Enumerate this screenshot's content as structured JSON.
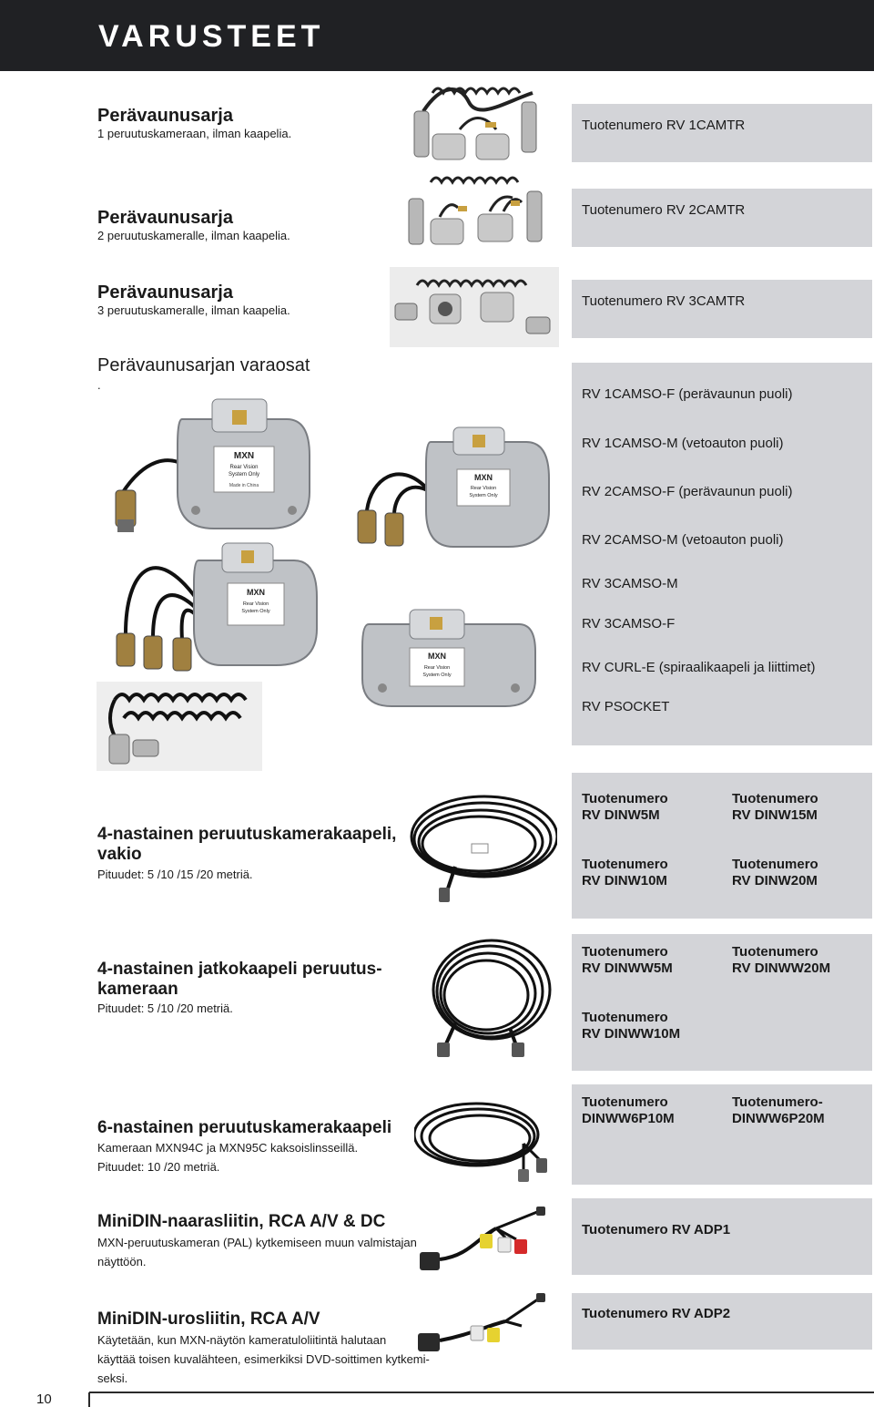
{
  "header": {
    "title": "VARUSTEET"
  },
  "trailer_sets": [
    {
      "title": "Perävaunusarja",
      "subtitle": "1 peruutuskameraan, ilman kaapelia.",
      "code": "Tuotenumero RV 1CAMTR"
    },
    {
      "title": "Perävaunusarja",
      "subtitle": "2 peruutuskameralle, ilman kaapelia.",
      "code": "Tuotenumero RV 2CAMTR"
    },
    {
      "title": "Perävaunusarja",
      "subtitle": "3 peruutuskameralle, ilman kaapelia.",
      "code": "Tuotenumero RV 3CAMTR"
    }
  ],
  "spare_parts": {
    "title": "Perävaunusarjan varaosat",
    "subtitle": ".",
    "items": [
      "RV 1CAMSO-F (perävaunun puoli)",
      "RV 1CAMSO-M (vetoauton puoli)",
      "RV 2CAMSO-F (perävaunun puoli)",
      "RV 2CAMSO-M (vetoauton puoli)",
      "RV 3CAMSO-M",
      "RV 3CAMSO-F",
      "RV CURL-E (spiraalikaapeli ja liittimet)",
      "RV PSOCKET"
    ]
  },
  "socket_labels": {
    "brand": "MXN",
    "line1": "Rear Vision",
    "line2": "System Only",
    "country": "Made in China"
  },
  "cables": [
    {
      "title_line1": "4-nastainen peruutuskamerakaapeli,",
      "title_line2": "vakio",
      "subtitle": "Pituudet: 5 /10 /15 /20 metriä.",
      "codes": [
        {
          "label": "Tuotenumero",
          "code": "RV DINW5M"
        },
        {
          "label": "Tuotenumero",
          "code": "RV DINW15M"
        },
        {
          "label": "Tuotenumero",
          "code": "RV DINW10M"
        },
        {
          "label": "Tuotenumero",
          "code": "RV DINW20M"
        }
      ]
    },
    {
      "title_line1": "4-nastainen jatkokaapeli peruutus-",
      "title_line2": "kameraan",
      "subtitle": "Pituudet: 5 /10 /20 metriä.",
      "codes": [
        {
          "label": "Tuotenumero",
          "code": "RV DINWW5M"
        },
        {
          "label": "Tuotenumero",
          "code": "RV DINWW20M"
        },
        {
          "label": "Tuotenumero",
          "code": "RV DINWW10M"
        }
      ]
    },
    {
      "title_line1": "6-nastainen peruutuskamerakaapeli",
      "subtitle_line1": "Kameraan MXN94C ja MXN95C kaksoislinsseillä.",
      "subtitle_line2": "Pituudet: 10 /20 metriä.",
      "codes": [
        {
          "label": "Tuotenumero",
          "code": "DINWW6P10M"
        },
        {
          "label": "Tuotenumero-",
          "code": "DINWW6P20M"
        }
      ]
    }
  ],
  "adapters": [
    {
      "title": "MiniDIN-naarasliitin, RCA A/V & DC",
      "desc_line1": "MXN-peruutuskameran (PAL) kytkemiseen muun valmistajan",
      "desc_line2": "näyttöön.",
      "code": "Tuotenumero RV ADP1"
    },
    {
      "title": "MiniDIN-urosliitin, RCA A/V",
      "desc_line1": "Käytetään, kun MXN-näytön kameratuloliitintä halutaan",
      "desc_line2": "käyttää toisen kuvalähteen, esimerkiksi DVD-soittimen kytkemi-",
      "desc_line3": "seksi.",
      "code": "Tuotenumero RV ADP2"
    }
  ],
  "footer": {
    "page_number": "10"
  },
  "colors": {
    "header_bg": "#202124",
    "box_bg": "#d3d4d8",
    "text": "#1a1a1a"
  }
}
